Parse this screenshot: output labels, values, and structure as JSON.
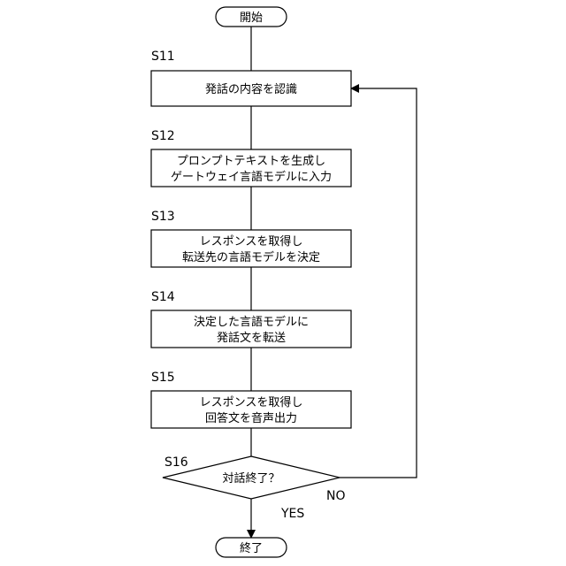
{
  "terminals": {
    "start": "開始",
    "end": "終了"
  },
  "steps": [
    {
      "id": "S11",
      "lines": [
        "発話の内容を認識"
      ]
    },
    {
      "id": "S12",
      "lines": [
        "プロンプトテキストを生成し",
        "ゲートウェイ言語モデルに入力"
      ]
    },
    {
      "id": "S13",
      "lines": [
        "レスポンスを取得し",
        "転送先の言語モデルを決定"
      ]
    },
    {
      "id": "S14",
      "lines": [
        "決定した言語モデルに",
        "発話文を転送"
      ]
    },
    {
      "id": "S15",
      "lines": [
        "レスポンスを取得し",
        "回答文を音声出力"
      ]
    }
  ],
  "decision": {
    "id": "S16",
    "text": "対話終了？",
    "no_label": "NO",
    "yes_label": "YES"
  }
}
